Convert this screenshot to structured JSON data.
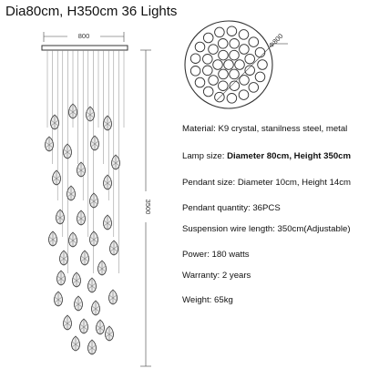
{
  "title": "Dia80cm, H350cm  36 Lights",
  "drawing": {
    "width_label": "800",
    "diameter_label": "Φ800",
    "height_label": "3500"
  },
  "specs": [
    {
      "label": "Material: ",
      "value": "K9 crystal, stanilness steel, metal",
      "bold": false
    },
    {
      "label": "Lamp size: ",
      "value": "Diameter 80cm, Height 350cm",
      "bold": true
    },
    {
      "label": "Pendant size: ",
      "value": "Diameter 10cm, Height 14cm",
      "bold": false
    },
    {
      "label": "Pendant quantity: ",
      "value": "36PCS",
      "bold": false
    },
    {
      "label": "Suspension wire length: ",
      "value": "350cm(Adjustable)",
      "bold": false
    },
    {
      "label": "Power: ",
      "value": "180 watts",
      "bold": false
    },
    {
      "label": "Warranty: ",
      "value": "2 years",
      "bold": false
    },
    {
      "label": "Weight: ",
      "value": "65kg",
      "bold": false
    }
  ]
}
